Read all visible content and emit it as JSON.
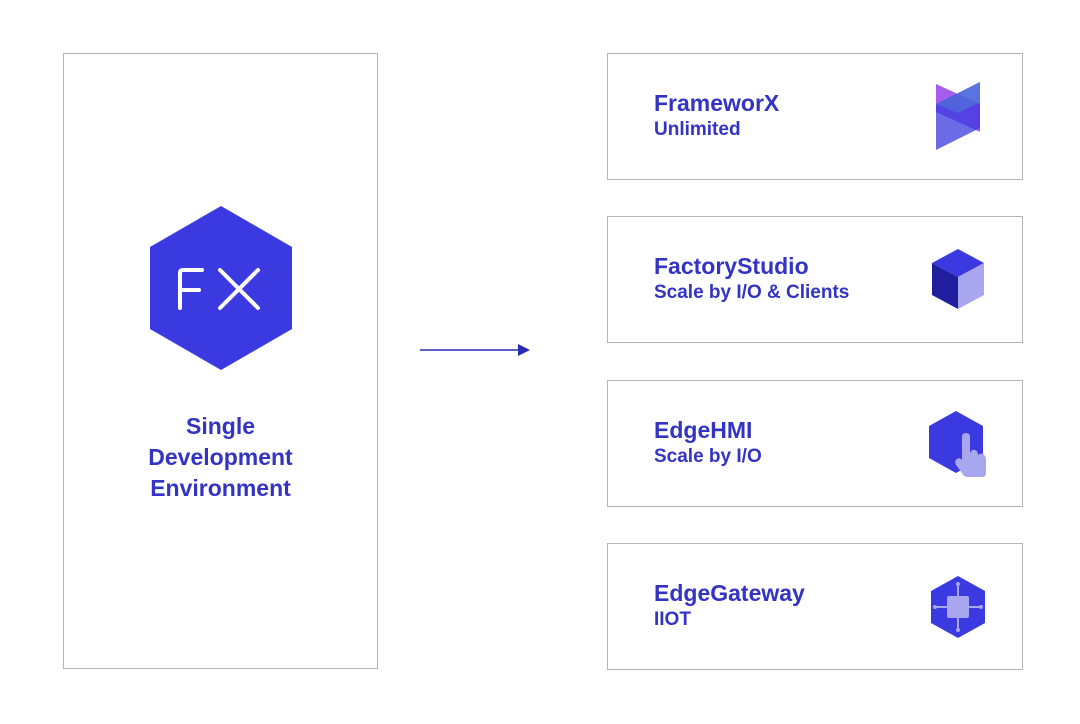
{
  "source": {
    "label_lines": [
      "Single",
      "Development",
      "Environment"
    ],
    "logo_text": "FX",
    "logo_color": "#3a3ae0"
  },
  "products": [
    {
      "title": "FrameworX",
      "subtitle": "Unlimited",
      "icon": "framework-layers-icon"
    },
    {
      "title": "FactoryStudio",
      "subtitle": "Scale by I/O & Clients",
      "icon": "cube-icon"
    },
    {
      "title": "EdgeHMI",
      "subtitle": "Scale by I/O",
      "icon": "touch-hand-icon"
    },
    {
      "title": "EdgeGateway",
      "subtitle": "IIOT",
      "icon": "chip-icon"
    }
  ],
  "colors": {
    "brand_blue": "#3a3ae0",
    "text_blue": "#3333c4",
    "purple": "#9b4dea",
    "lavender": "#a7a6ef",
    "dark_navy": "#1f1f9e",
    "border_gray": "#b5b5b5"
  }
}
